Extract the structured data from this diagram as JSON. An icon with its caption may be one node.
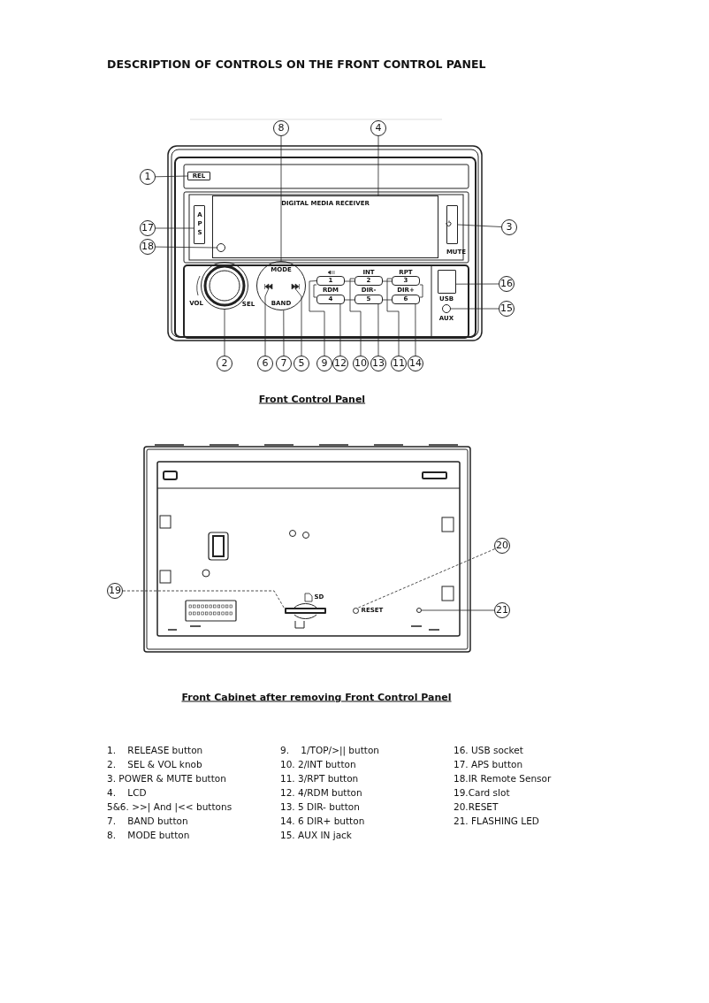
{
  "diagram": {
    "title": "DESCRIPTION OF CONTROLS ON THE FRONT CONTROL PANEL",
    "nodes": [
      {
        "text": [
          "1"
        ]
      },
      {
        "text": [
          "2"
        ]
      },
      {
        "text": [
          "3"
        ]
      },
      {
        "text": [
          "4"
        ]
      },
      {
        "text": [
          "5"
        ]
      },
      {
        "text": [
          "6"
        ]
      },
      {
        "text": [
          "7"
        ]
      },
      {
        "text": [
          "8"
        ]
      },
      {
        "text": [
          "9"
        ]
      },
      {
        "text": [
          "10"
        ]
      },
      {
        "text": [
          "11"
        ]
      },
      {
        "text": [
          "12"
        ]
      },
      {
        "text": [
          "13"
        ]
      },
      {
        "text": [
          "14"
        ]
      },
      {
        "text": [
          "15"
        ]
      },
      {
        "text": [
          "16"
        ]
      },
      {
        "text": [
          "17"
        ]
      },
      {
        "text": [
          "18"
        ]
      },
      {
        "text": [
          "19"
        ]
      },
      {
        "text": [
          "20"
        ]
      },
      {
        "text": [
          "21"
        ]
      },
      {
        "text": [
          "REL"
        ]
      },
      {
        "text": [
          "DIGITAL MEDIA RECEIVER"
        ]
      },
      {
        "text": [
          "APS"
        ]
      },
      {
        "text": [],
        "shape": "circle",
        "in": 22
      },
      {
        "text": [],
        "shape": "box"
      },
      {
        "text": [],
        "shape": "circle"
      },
      {
        "text": [
          "MODE",
          "BAND"
        ]
      },
      {
        "text": [],
        "shape": "triangle",
        "in": 27
      },
      {
        "text": [],
        "shape": "triangle",
        "in": 27
      },
      {
        "text": [
          "1"
        ]
      },
      {
        "text": [
          "2"
        ]
      },
      {
        "text": [
          "3"
        ]
      },
      {
        "text": [
          "4"
        ]
      },
      {
        "text": [
          "5"
        ]
      },
      {
        "text": [
          "6"
        ]
      },
      {
        "text": [],
        "shape": "box"
      },
      {
        "text": [],
        "shape": "circle",
        "beside": [
          "AUX"
        ]
      },
      {
        "text": [],
        "shape": "box"
      },
      {
        "text": [],
        "shape": "circle"
      },
      {
        "text": [],
        "shape": "circle"
      }
    ],
    "edges": [
      {
        "from": 0,
        "to": 21,
        "arrow": "none"
      },
      {
        "from": 1,
        "to": 26,
        "arrow": "none"
      },
      {
        "from": 2,
        "to": 25,
        "arrow": "none"
      },
      {
        "from": 3,
        "to": 22,
        "arrow": "none"
      },
      {
        "from": 4,
        "to": 29,
        "arrow": "none"
      },
      {
        "from": 5,
        "to": 28,
        "arrow": "none"
      },
      {
        "from": 6,
        "to": 27,
        "arrow": "none"
      },
      {
        "from": 7,
        "to": 27,
        "arrow": "none"
      },
      {
        "from": 8,
        "to": 30,
        "arrow": "none"
      },
      {
        "from": 9,
        "to": 31,
        "arrow": "none"
      },
      {
        "from": 10,
        "to": 32,
        "arrow": "none"
      },
      {
        "from": 11,
        "to": 33,
        "arrow": "none"
      },
      {
        "from": 12,
        "to": 34,
        "arrow": "none"
      },
      {
        "from": 13,
        "to": 35,
        "arrow": "none"
      },
      {
        "from": 14,
        "to": 37,
        "arrow": "none"
      },
      {
        "from": 15,
        "to": 36,
        "arrow": "none"
      },
      {
        "from": 16,
        "to": 23,
        "arrow": "none"
      },
      {
        "from": 17,
        "to": 24,
        "arrow": "none"
      },
      {
        "from": 18,
        "to": 38,
        "arrow": "none",
        "style": "dashed"
      },
      {
        "from": 19,
        "to": 39,
        "arrow": "none",
        "style": "dashed"
      },
      {
        "from": 20,
        "to": 40,
        "arrow": "none"
      }
    ],
    "labels": [
      "MUTE",
      "VOL",
      "SEL",
      "INT",
      "RPT",
      "RDM",
      "DIR-",
      "DIR+",
      "USB",
      "Front Control Panel",
      "SD",
      "RESET",
      "Front Cabinet after removing Front Control Panel",
      "1.    RELEASE button",
      "2.    SEL & VOL knob",
      "3. POWER & MUTE button",
      "4.    LCD",
      "5&6. >>| And |<< buttons",
      "7.    BAND button",
      "8.    MODE button",
      "9.    1/TOP/>|| button",
      "10. 2/INT button",
      "11. 3/RPT button",
      "12. 4/RDM button",
      "13. 5 DIR- button",
      "14. 6 DIR+ button",
      "15. AUX IN jack",
      "16. USB socket",
      "17. APS button",
      "18.IR Remote Sensor",
      "19.Card slot",
      "20.RESET",
      "21. FLASHING LED"
    ]
  }
}
